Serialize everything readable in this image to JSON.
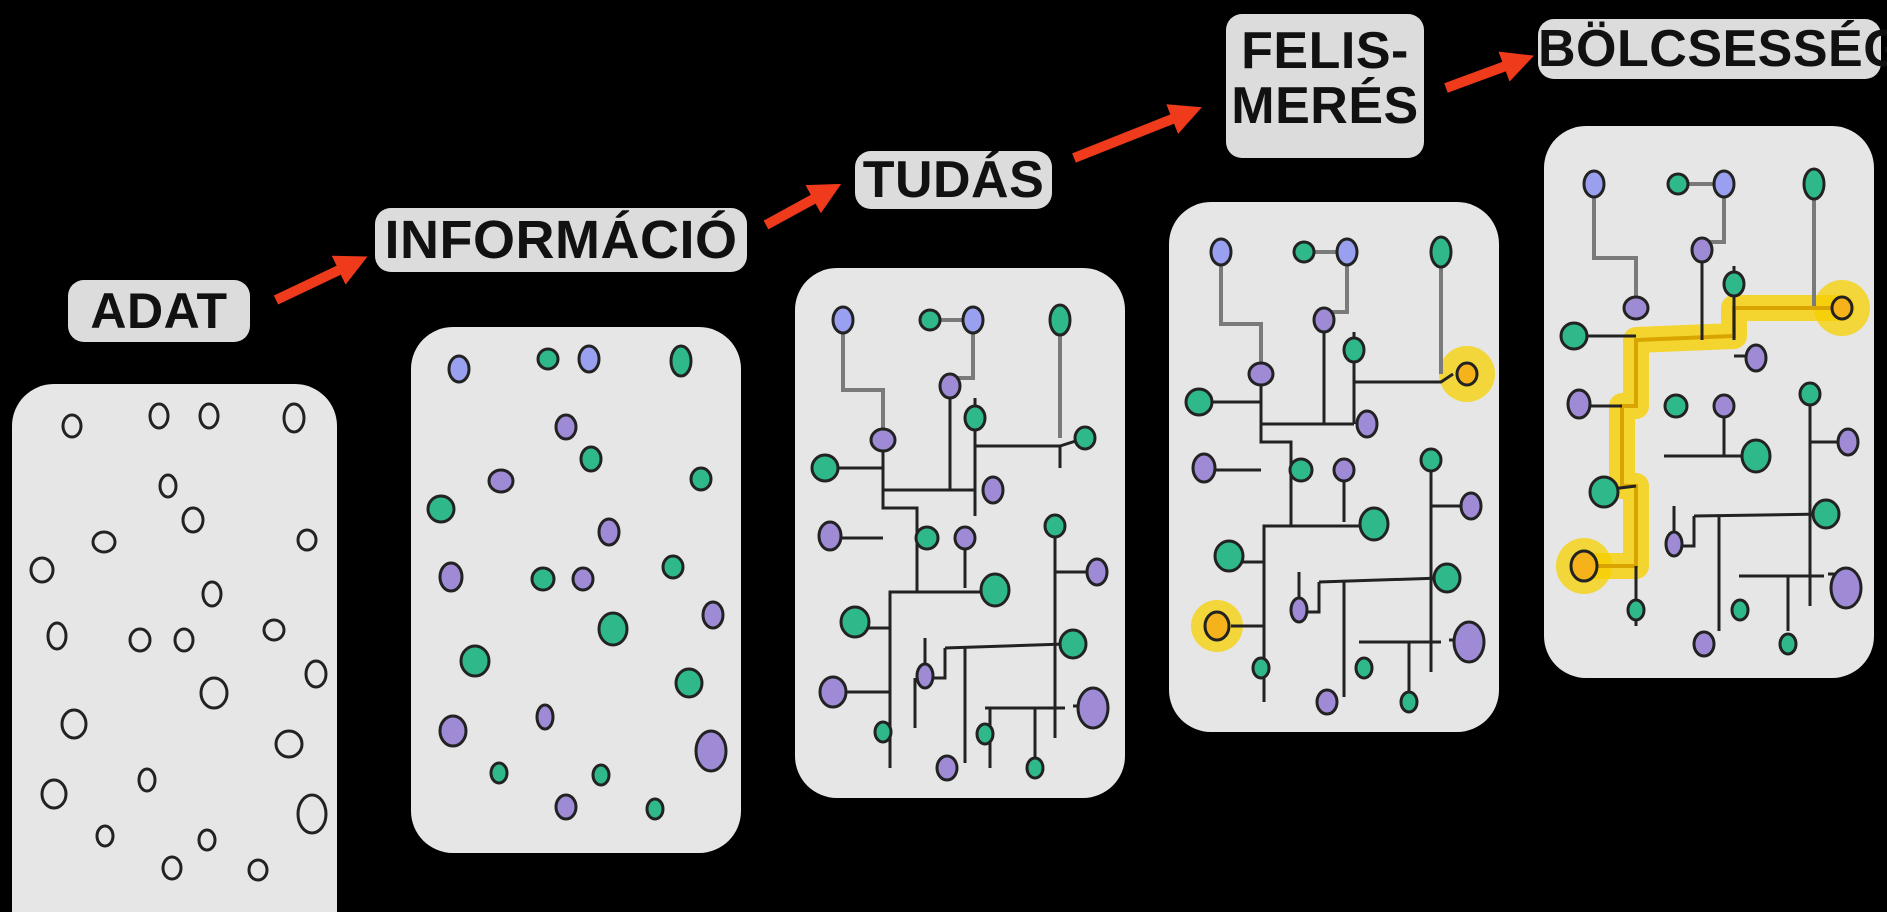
{
  "stages": [
    {
      "label": "ADAT"
    },
    {
      "label": "INFORMÁCIÓ"
    },
    {
      "label": "TUDÁS"
    },
    {
      "label_line1": "FELIS-",
      "label_line2": "MERÉS"
    },
    {
      "label": "BÖLCSESSÉG"
    }
  ],
  "colors": {
    "background": "#000000",
    "label_bg": "#dcdcdc",
    "panel_bg": "#e6e6e6",
    "arrow": "#ef3a1c",
    "node_purple": "#9f8ad6",
    "node_green": "#2fb889",
    "node_blue": "#9aa0f0",
    "highlight": "#f7d000",
    "node_outline": "#222222",
    "connector_gray": "#7a7a7a"
  }
}
